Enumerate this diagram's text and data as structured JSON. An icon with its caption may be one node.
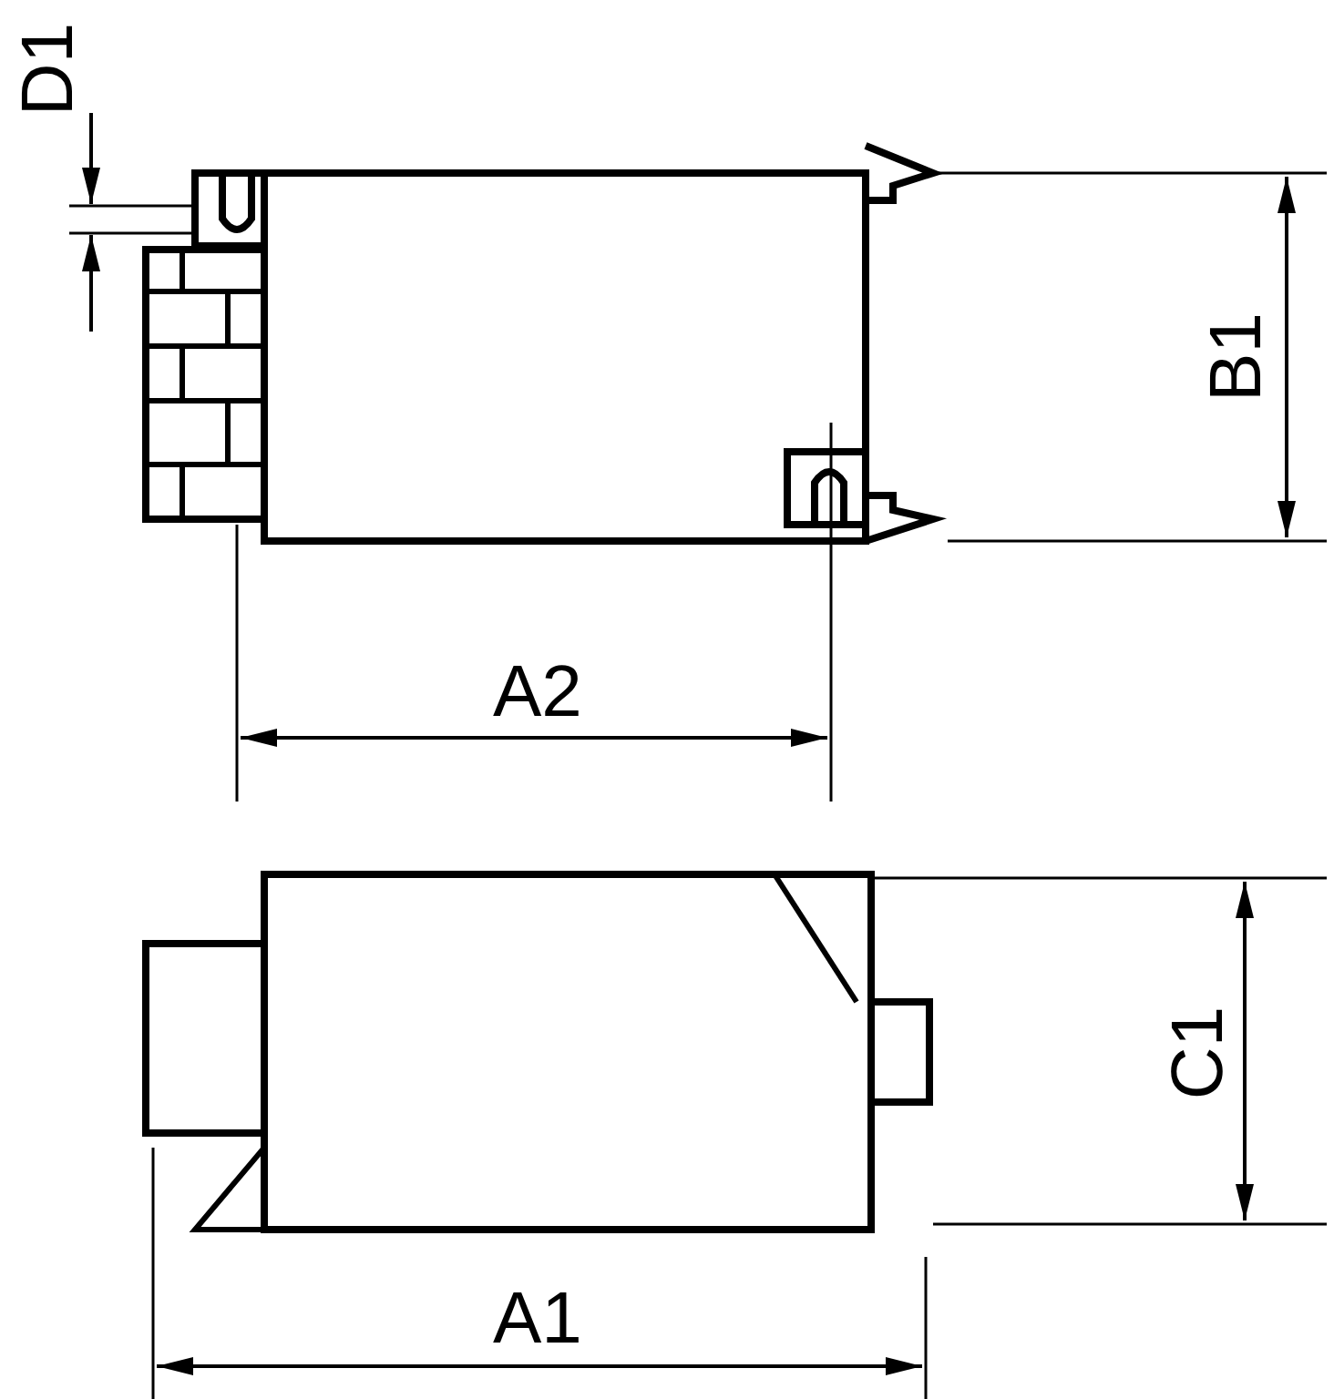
{
  "diagram": {
    "labels": [
      "D1",
      "B1",
      "A2",
      "C1",
      "A1"
    ]
  }
}
